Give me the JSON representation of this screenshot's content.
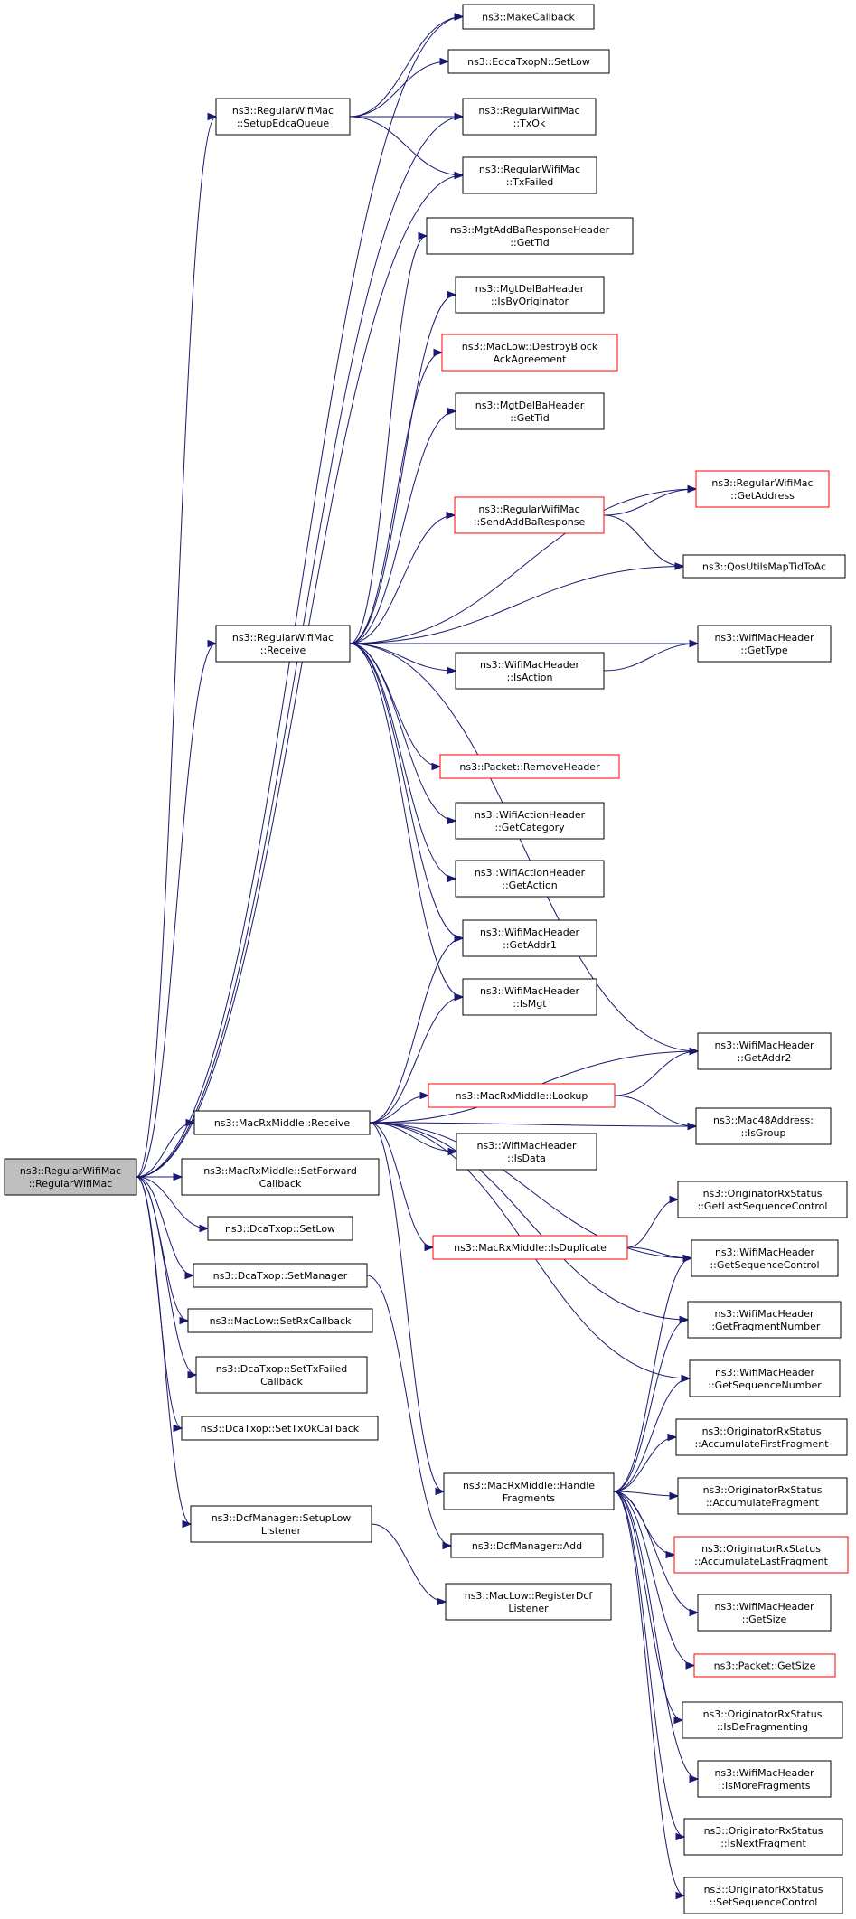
{
  "nodes": [
    {
      "id": "root",
      "lines": [
        "ns3::RegularWifiMac",
        "::RegularWifiMac"
      ],
      "style": "root"
    },
    {
      "id": "makecallback",
      "lines": [
        "ns3::MakeCallback"
      ]
    },
    {
      "id": "edcaSetLow",
      "lines": [
        "ns3::EdcaTxopN::SetLow"
      ]
    },
    {
      "id": "setupEdca",
      "lines": [
        "ns3::RegularWifiMac",
        "::SetupEdcaQueue"
      ]
    },
    {
      "id": "txok",
      "lines": [
        "ns3::RegularWifiMac",
        "::TxOk"
      ]
    },
    {
      "id": "txfailed",
      "lines": [
        "ns3::RegularWifiMac",
        "::TxFailed"
      ]
    },
    {
      "id": "addbaGetTid",
      "lines": [
        "ns3::MgtAddBaResponseHeader",
        "::GetTid"
      ]
    },
    {
      "id": "delbaIsBy",
      "lines": [
        "ns3::MgtDelBaHeader",
        "::IsByOriginator"
      ]
    },
    {
      "id": "destroyBlock",
      "lines": [
        "ns3::MacLow::DestroyBlock",
        "AckAgreement"
      ],
      "style": "red"
    },
    {
      "id": "delbaGetTid",
      "lines": [
        "ns3::MgtDelBaHeader",
        "::GetTid"
      ]
    },
    {
      "id": "getAddress",
      "lines": [
        "ns3::RegularWifiMac",
        "::GetAddress"
      ],
      "style": "red"
    },
    {
      "id": "sendAddBa",
      "lines": [
        "ns3::RegularWifiMac",
        "::SendAddBaResponse"
      ],
      "style": "red"
    },
    {
      "id": "qosTid",
      "lines": [
        "ns3::QosUtilsMapTidToAc"
      ]
    },
    {
      "id": "receive",
      "lines": [
        "ns3::RegularWifiMac",
        "::Receive"
      ]
    },
    {
      "id": "getType",
      "lines": [
        "ns3::WifiMacHeader",
        "::GetType"
      ]
    },
    {
      "id": "isAction",
      "lines": [
        "ns3::WifiMacHeader",
        "::IsAction"
      ]
    },
    {
      "id": "removeHeader",
      "lines": [
        "ns3::Packet::RemoveHeader"
      ],
      "style": "red"
    },
    {
      "id": "getCategory",
      "lines": [
        "ns3::WifiActionHeader",
        "::GetCategory"
      ]
    },
    {
      "id": "getAction",
      "lines": [
        "ns3::WifiActionHeader",
        "::GetAction"
      ]
    },
    {
      "id": "getAddr1",
      "lines": [
        "ns3::WifiMacHeader",
        "::GetAddr1"
      ]
    },
    {
      "id": "isMgt",
      "lines": [
        "ns3::WifiMacHeader",
        "::IsMgt"
      ]
    },
    {
      "id": "getAddr2",
      "lines": [
        "ns3::WifiMacHeader",
        "::GetAddr2"
      ]
    },
    {
      "id": "rxmReceive",
      "lines": [
        "ns3::MacRxMiddle::Receive"
      ]
    },
    {
      "id": "lookup",
      "lines": [
        "ns3::MacRxMiddle::Lookup"
      ],
      "style": "red"
    },
    {
      "id": "isGroup",
      "lines": [
        "ns3::Mac48Address:",
        "::IsGroup"
      ]
    },
    {
      "id": "isData",
      "lines": [
        "ns3::WifiMacHeader",
        "::IsData"
      ]
    },
    {
      "id": "setForward",
      "lines": [
        "ns3::MacRxMiddle::SetForward",
        "Callback"
      ]
    },
    {
      "id": "dcaSetLow",
      "lines": [
        "ns3::DcaTxop::SetLow"
      ]
    },
    {
      "id": "getLastSeq",
      "lines": [
        "ns3::OriginatorRxStatus",
        "::GetLastSequenceControl"
      ]
    },
    {
      "id": "isDuplicate",
      "lines": [
        "ns3::MacRxMiddle::IsDuplicate"
      ],
      "style": "red"
    },
    {
      "id": "getSeqCtrl",
      "lines": [
        "ns3::WifiMacHeader",
        "::GetSequenceControl"
      ]
    },
    {
      "id": "dcaSetManager",
      "lines": [
        "ns3::DcaTxop::SetManager"
      ]
    },
    {
      "id": "setRxCallback",
      "lines": [
        "ns3::MacLow::SetRxCallback"
      ]
    },
    {
      "id": "getFragNum",
      "lines": [
        "ns3::WifiMacHeader",
        "::GetFragmentNumber"
      ]
    },
    {
      "id": "setTxFailed",
      "lines": [
        "ns3::DcaTxop::SetTxFailed",
        "Callback"
      ]
    },
    {
      "id": "getSeqNum",
      "lines": [
        "ns3::WifiMacHeader",
        "::GetSequenceNumber"
      ]
    },
    {
      "id": "setTxOk",
      "lines": [
        "ns3::DcaTxop::SetTxOkCallback"
      ]
    },
    {
      "id": "accFirst",
      "lines": [
        "ns3::OriginatorRxStatus",
        "::AccumulateFirstFragment"
      ]
    },
    {
      "id": "handleFrag",
      "lines": [
        "ns3::MacRxMiddle::Handle",
        "Fragments"
      ]
    },
    {
      "id": "accFrag",
      "lines": [
        "ns3::OriginatorRxStatus",
        "::AccumulateFragment"
      ]
    },
    {
      "id": "dcfSetupLow",
      "lines": [
        "ns3::DcfManager::SetupLow",
        "Listener"
      ]
    },
    {
      "id": "dcfAdd",
      "lines": [
        "ns3::DcfManager::Add"
      ]
    },
    {
      "id": "accLast",
      "lines": [
        "ns3::OriginatorRxStatus",
        "::AccumulateLastFragment"
      ],
      "style": "red"
    },
    {
      "id": "registerDcf",
      "lines": [
        "ns3::MacLow::RegisterDcf",
        "Listener"
      ]
    },
    {
      "id": "getSize",
      "lines": [
        "ns3::WifiMacHeader",
        "::GetSize"
      ]
    },
    {
      "id": "packetGetSize",
      "lines": [
        "ns3::Packet::GetSize"
      ],
      "style": "red"
    },
    {
      "id": "isDeFrag",
      "lines": [
        "ns3::OriginatorRxStatus",
        "::IsDeFragmenting"
      ]
    },
    {
      "id": "isMoreFrag",
      "lines": [
        "ns3::WifiMacHeader",
        "::IsMoreFragments"
      ]
    },
    {
      "id": "isNextFrag",
      "lines": [
        "ns3::OriginatorRxStatus",
        "::IsNextFragment"
      ]
    },
    {
      "id": "setSeqCtrl",
      "lines": [
        "ns3::OriginatorRxStatus",
        "::SetSequenceControl"
      ]
    }
  ],
  "edges": [
    [
      "root",
      "makecallback"
    ],
    [
      "root",
      "setupEdca"
    ],
    [
      "root",
      "txok"
    ],
    [
      "root",
      "txfailed"
    ],
    [
      "root",
      "receive"
    ],
    [
      "root",
      "rxmReceive"
    ],
    [
      "root",
      "setForward"
    ],
    [
      "root",
      "dcaSetLow"
    ],
    [
      "root",
      "dcaSetManager"
    ],
    [
      "root",
      "setRxCallback"
    ],
    [
      "root",
      "setTxFailed"
    ],
    [
      "root",
      "setTxOk"
    ],
    [
      "root",
      "dcfSetupLow"
    ],
    [
      "setupEdca",
      "makecallback"
    ],
    [
      "setupEdca",
      "edcaSetLow"
    ],
    [
      "setupEdca",
      "txok"
    ],
    [
      "setupEdca",
      "txfailed"
    ],
    [
      "receive",
      "addbaGetTid"
    ],
    [
      "receive",
      "delbaIsBy"
    ],
    [
      "receive",
      "destroyBlock"
    ],
    [
      "receive",
      "delbaGetTid"
    ],
    [
      "receive",
      "getAddress"
    ],
    [
      "receive",
      "sendAddBa"
    ],
    [
      "receive",
      "qosTid"
    ],
    [
      "receive",
      "getType"
    ],
    [
      "receive",
      "isAction"
    ],
    [
      "receive",
      "removeHeader"
    ],
    [
      "receive",
      "getCategory"
    ],
    [
      "receive",
      "getAction"
    ],
    [
      "receive",
      "getAddr1"
    ],
    [
      "receive",
      "isMgt"
    ],
    [
      "receive",
      "getAddr2"
    ],
    [
      "sendAddBa",
      "getAddress"
    ],
    [
      "sendAddBa",
      "qosTid"
    ],
    [
      "isAction",
      "getType"
    ],
    [
      "rxmReceive",
      "getAddr1"
    ],
    [
      "rxmReceive",
      "isMgt"
    ],
    [
      "rxmReceive",
      "getAddr2"
    ],
    [
      "rxmReceive",
      "lookup"
    ],
    [
      "rxmReceive",
      "isGroup"
    ],
    [
      "rxmReceive",
      "isData"
    ],
    [
      "rxmReceive",
      "isDuplicate"
    ],
    [
      "rxmReceive",
      "getSeqCtrl"
    ],
    [
      "rxmReceive",
      "getFragNum"
    ],
    [
      "rxmReceive",
      "getSeqNum"
    ],
    [
      "rxmReceive",
      "handleFrag"
    ],
    [
      "lookup",
      "getAddr2"
    ],
    [
      "lookup",
      "isGroup"
    ],
    [
      "isDuplicate",
      "getLastSeq"
    ],
    [
      "isDuplicate",
      "getSeqCtrl"
    ],
    [
      "dcaSetManager",
      "dcfAdd"
    ],
    [
      "dcfSetupLow",
      "registerDcf"
    ],
    [
      "handleFrag",
      "getSeqCtrl"
    ],
    [
      "handleFrag",
      "getFragNum"
    ],
    [
      "handleFrag",
      "getSeqNum"
    ],
    [
      "handleFrag",
      "accFirst"
    ],
    [
      "handleFrag",
      "accFrag"
    ],
    [
      "handleFrag",
      "accLast"
    ],
    [
      "handleFrag",
      "getSize"
    ],
    [
      "handleFrag",
      "packetGetSize"
    ],
    [
      "handleFrag",
      "isDeFrag"
    ],
    [
      "handleFrag",
      "isMoreFrag"
    ],
    [
      "handleFrag",
      "isNextFrag"
    ],
    [
      "handleFrag",
      "setSeqCtrl"
    ]
  ]
}
